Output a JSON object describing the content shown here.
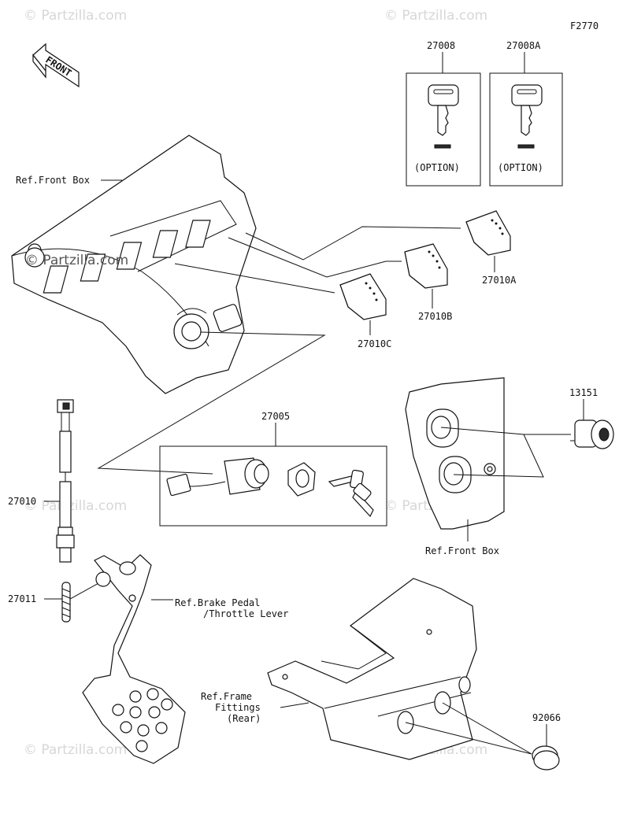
{
  "diagram": {
    "figure_code": "F2770",
    "front_arrow_label": "FRONT",
    "watermark_text": "© Partzilla.com",
    "center_watermark_text": "© Partzilla.com",
    "labels": {
      "key_a": "27008",
      "key_b": "27008A",
      "option_a": "(OPTION)",
      "option_b": "(OPTION)",
      "ref_front_box_top": "Ref.Front Box",
      "switch_a": "27010A",
      "switch_b": "27010B",
      "switch_c": "27010C",
      "ignition_set": "27005",
      "socket": "13151",
      "ref_front_box_right": "Ref.Front Box",
      "brake_switch": "27010",
      "spring": "27011",
      "ref_brake_line1": "Ref.Brake Pedal",
      "ref_brake_line2": "/Throttle Lever",
      "ref_frame_line1": "Ref.Frame",
      "ref_frame_line2": "Fittings",
      "ref_frame_line3": "(Rear)",
      "plug": "92066"
    }
  }
}
